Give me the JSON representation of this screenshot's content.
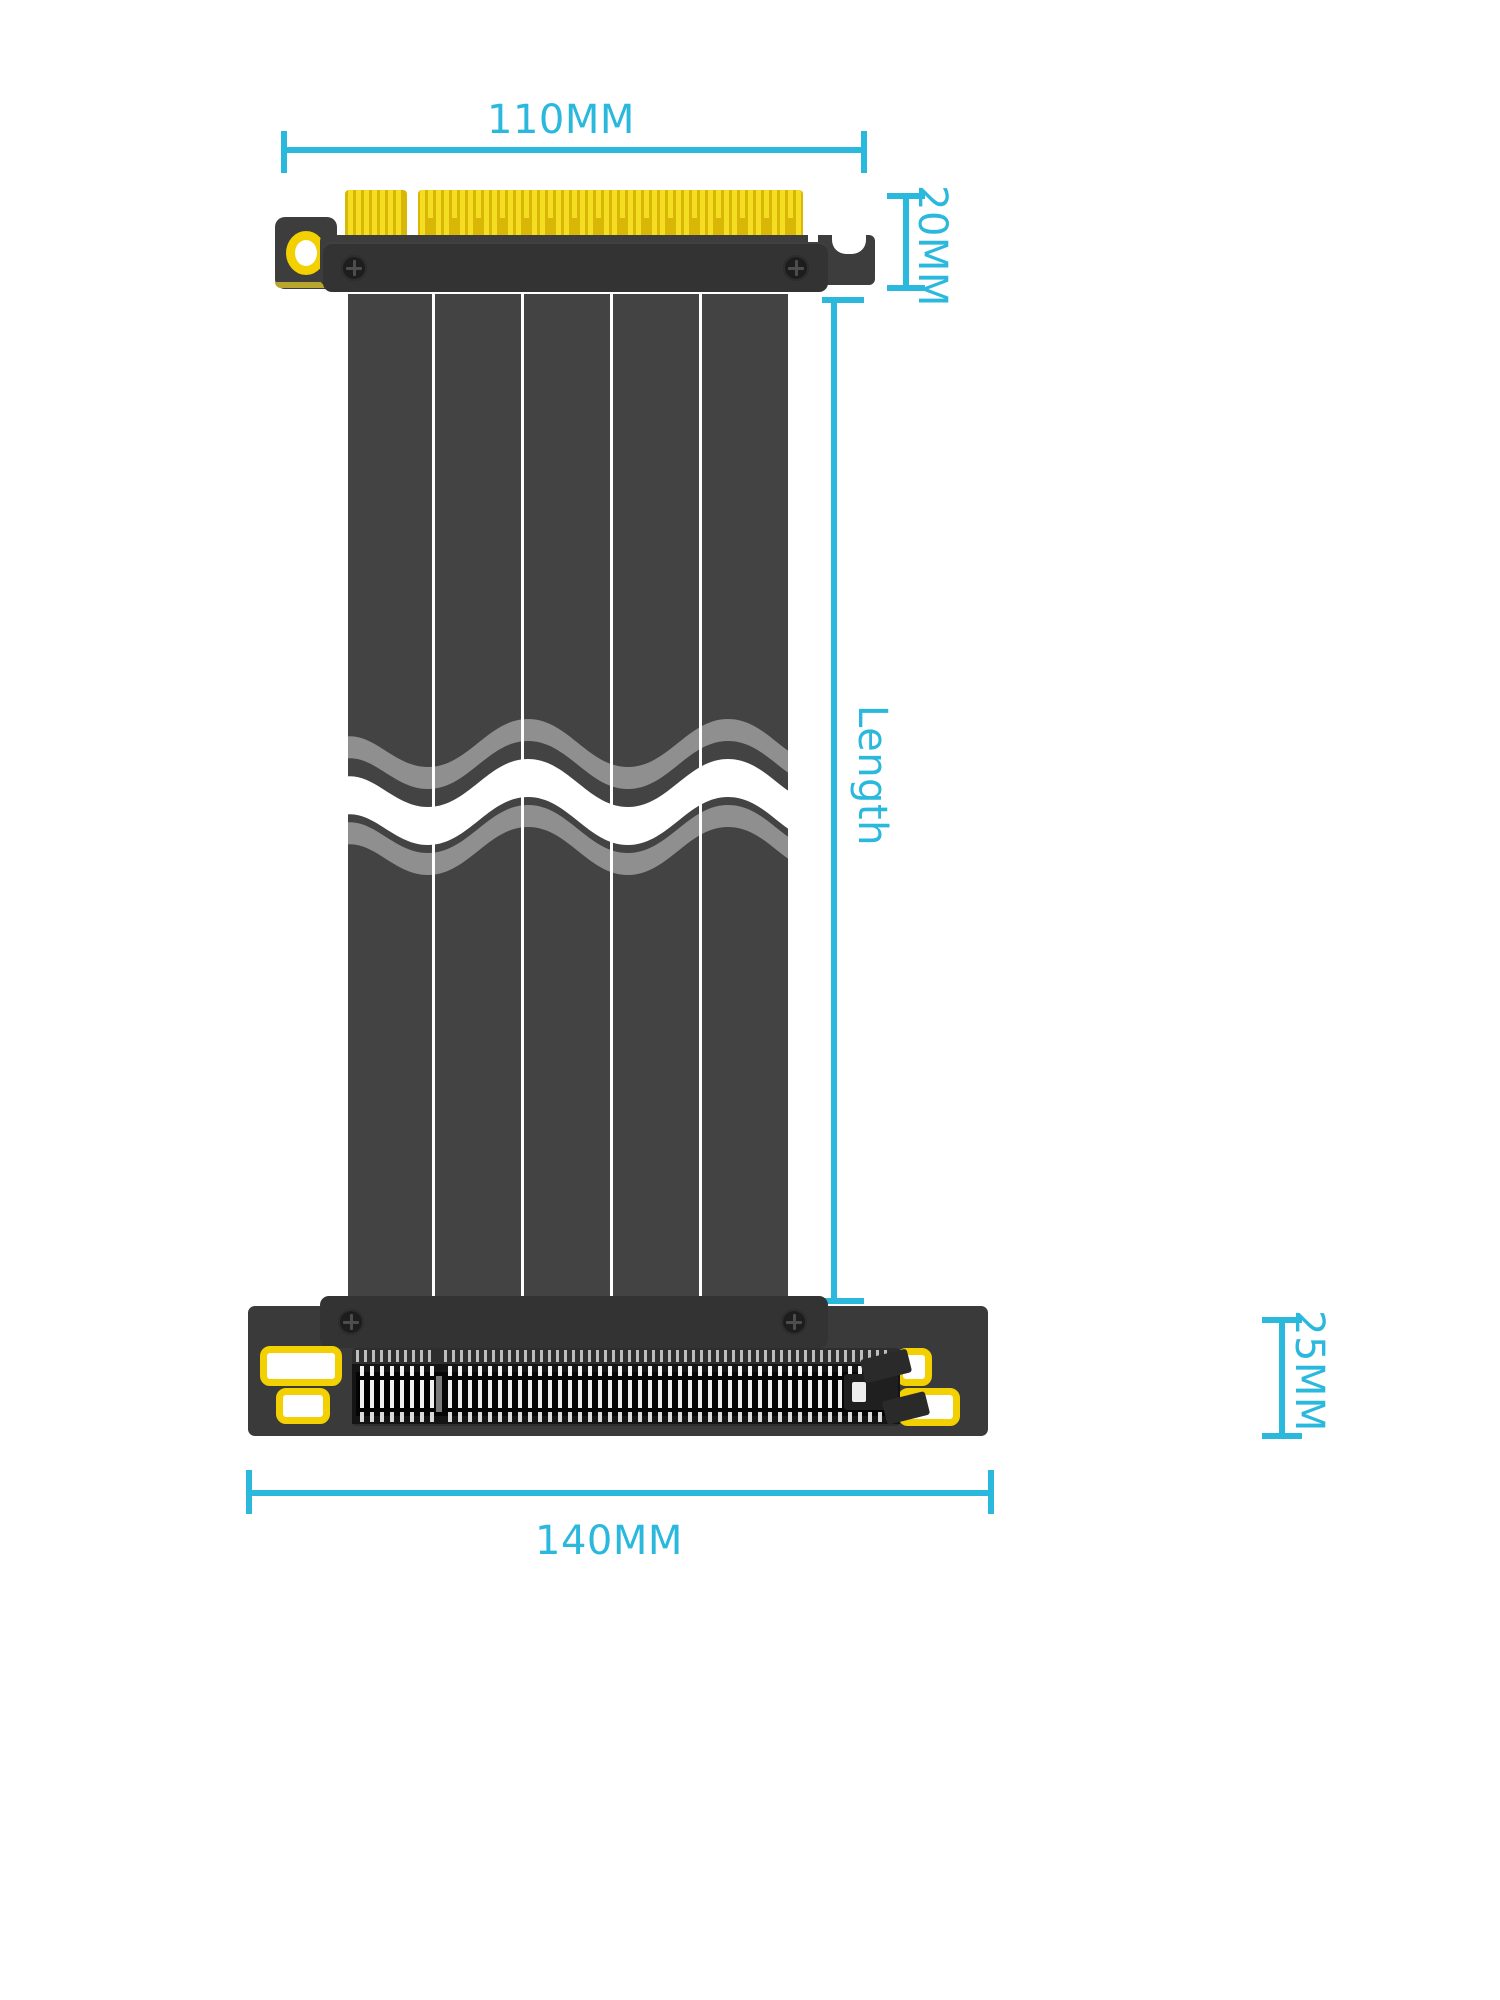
{
  "diagram": {
    "title": "PCIe riser extension cable dimension diagram",
    "accent_color": "#2bb8dd",
    "pcb_color": "#3d3d3d",
    "gold_color": "#f5de22",
    "ribbon_color": "#434343"
  },
  "dimensions": {
    "top_width": {
      "label": "110MM",
      "orientation": "horizontal",
      "position": "top"
    },
    "top_height": {
      "label": "20MM",
      "orientation": "vertical",
      "position": "top-right"
    },
    "cable_length": {
      "label": "Length",
      "orientation": "vertical",
      "position": "right"
    },
    "bottom_height": {
      "label": "25MM",
      "orientation": "vertical",
      "position": "bottom-right"
    },
    "bottom_width": {
      "label": "140MM",
      "orientation": "horizontal",
      "position": "bottom"
    }
  },
  "components": {
    "top_connector": {
      "name": "PCIe male gold finger edge connector",
      "screw_count": 2,
      "mount_hole_count": 1,
      "notch_count": 1
    },
    "ribbon_cable": {
      "name": "Shielded flat ribbon cable",
      "lane_count": 5,
      "wave_highlight": true
    },
    "bottom_connector": {
      "name": "PCIe x16 female slot connector",
      "screw_count": 2,
      "pad_count": 3,
      "latch": "retention clip"
    }
  }
}
